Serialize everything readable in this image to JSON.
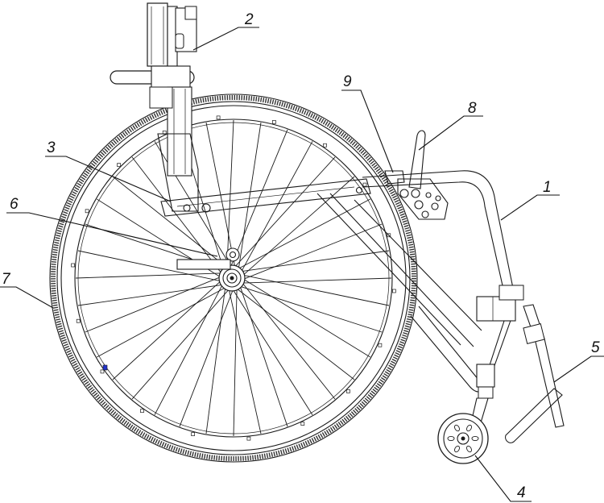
{
  "diagram": {
    "callouts": [
      {
        "id": "1",
        "text": "1"
      },
      {
        "id": "2",
        "text": "2"
      },
      {
        "id": "3",
        "text": "3"
      },
      {
        "id": "4",
        "text": "4"
      },
      {
        "id": "5",
        "text": "5"
      },
      {
        "id": "6",
        "text": "6"
      },
      {
        "id": "7",
        "text": "7"
      },
      {
        "id": "8",
        "text": "8"
      },
      {
        "id": "9",
        "text": "9"
      }
    ],
    "colors": {
      "line": "#1a1a1a",
      "background": "#ffffff",
      "marker": "#2233cc"
    }
  }
}
